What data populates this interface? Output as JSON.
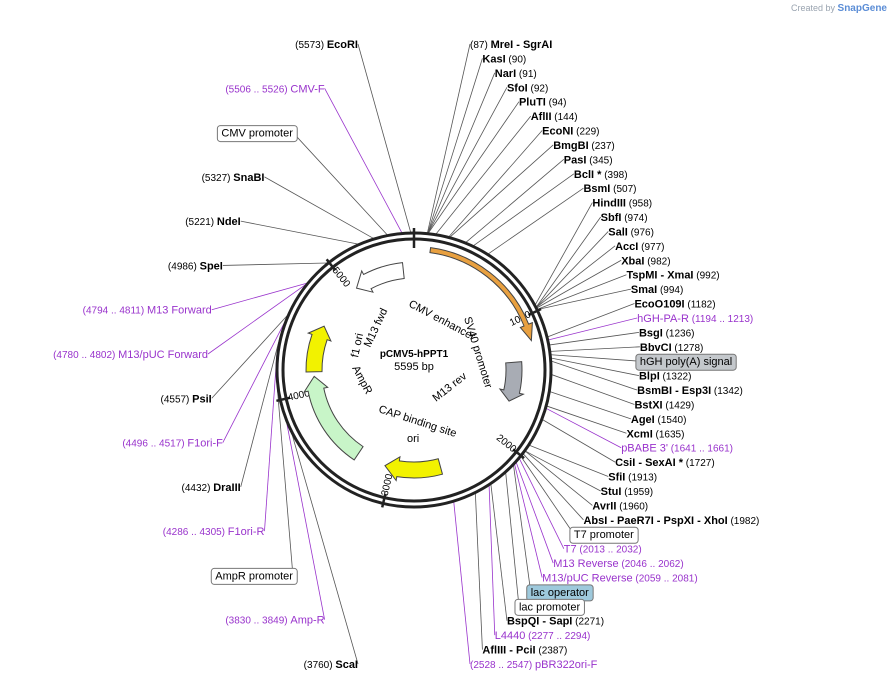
{
  "credit": {
    "prefix": "Created by",
    "brand": "SnapGene"
  },
  "plasmid": {
    "name": "pCMV5-hPPT1",
    "length": "5595 bp"
  },
  "scale": {
    "total": 5595,
    "ticks": [
      {
        "bp": 1000,
        "label": "1000"
      },
      {
        "bp": 2000,
        "label": "2000"
      },
      {
        "bp": 3000,
        "label": "3000"
      },
      {
        "bp": 4000,
        "label": "4000"
      },
      {
        "bp": 5000,
        "label": "5000"
      }
    ]
  },
  "colors": {
    "hgh": "#e8a040",
    "sv40": "#a8acb4",
    "cmv": "#ffffff",
    "f1": "#f2f200",
    "ampr": "#c8f5c8",
    "ori": "#f2f200",
    "primer": "#9933cc",
    "backbone": "#222222"
  },
  "features": [
    {
      "name": "hgh",
      "label": "",
      "start": 120,
      "end": 1180,
      "ring": "outer",
      "fill": "#e8a040"
    },
    {
      "name": "sv40",
      "label": "SV40 promoter",
      "start": 1330,
      "end": 1680,
      "ring": "inner",
      "fill": "#a8acb4"
    },
    {
      "name": "cmv-enhancer",
      "label": "CMV enhancer",
      "start": 5500,
      "end": 5050,
      "ring": "inner",
      "fill": "#ffffff"
    },
    {
      "name": "f1-ori",
      "label": "f1 ori",
      "start": 4180,
      "end": 4600,
      "ring": "inner",
      "fill": "#f2f200"
    },
    {
      "name": "ampr",
      "label": "AmpR",
      "start": 3320,
      "end": 4140,
      "ring": "inner",
      "fill": "#c8f5c8"
    },
    {
      "name": "ori",
      "label": "ori",
      "start": 2560,
      "end": 3060,
      "ring": "inner",
      "fill": "#f2f200"
    }
  ],
  "inner_labels": {
    "cmv_enhancer": "CMV enhancer",
    "m13_fwd": "M13 fwd",
    "f1_ori": "f1 ori",
    "sv40": "SV40 promoter",
    "ampr": "AmpR",
    "cap": "CAP binding site",
    "m13_rev": "M13 rev",
    "ori": "ori"
  },
  "labels": [
    {
      "kind": "enzyme",
      "pre": "(87)",
      "name": "MreI",
      "extra": " - SgrAI",
      "post": "",
      "bp": 87
    },
    {
      "kind": "enzyme",
      "pre": "(5573)",
      "name": "EcoRI",
      "extra": "",
      "post": "",
      "bp": 5573
    },
    {
      "kind": "primer",
      "pre": "(5506 .. 5526)",
      "name": "CMV-F",
      "extra": "",
      "post": "",
      "bp": 5516
    },
    {
      "kind": "feature",
      "pre": "",
      "name": "CMV promoter",
      "extra": "",
      "post": "",
      "bp": 5420
    },
    {
      "kind": "enzyme",
      "pre": "(5327)",
      "name": "SnaBI",
      "extra": "",
      "post": "",
      "bp": 5327
    },
    {
      "kind": "enzyme",
      "pre": "(5221)",
      "name": "NdeI",
      "extra": "",
      "post": "",
      "bp": 5221
    },
    {
      "kind": "enzyme",
      "pre": "(4986)",
      "name": "SpeI",
      "extra": "",
      "post": "",
      "bp": 4986
    },
    {
      "kind": "primer",
      "pre": "(4794 .. 4811)",
      "name": "M13 Forward",
      "extra": "",
      "post": "",
      "bp": 4802
    },
    {
      "kind": "primer",
      "pre": "(4780 .. 4802)",
      "name": "M13/pUC Forward",
      "extra": "",
      "post": "",
      "bp": 4791
    },
    {
      "kind": "enzyme",
      "pre": "(4557)",
      "name": "PsiI",
      "extra": "",
      "post": "",
      "bp": 4557
    },
    {
      "kind": "primer",
      "pre": "(4496 .. 4517)",
      "name": "F1ori-F",
      "extra": "",
      "post": "",
      "bp": 4506
    },
    {
      "kind": "enzyme",
      "pre": "(4432)",
      "name": "DraIII",
      "extra": "",
      "post": "",
      "bp": 4432
    },
    {
      "kind": "primer",
      "pre": "(4286 .. 4305)",
      "name": "F1ori-R",
      "extra": "",
      "post": "",
      "bp": 4295
    },
    {
      "kind": "feature",
      "pre": "",
      "name": "AmpR promoter",
      "extra": "",
      "post": "",
      "bp": 4180
    },
    {
      "kind": "primer",
      "pre": "(3830 .. 3849)",
      "name": "Amp-R",
      "extra": "",
      "post": "",
      "bp": 3840
    },
    {
      "kind": "enzyme",
      "pre": "(3760)",
      "name": "ScaI",
      "extra": "",
      "post": "",
      "bp": 3760
    },
    {
      "kind": "primer",
      "pre": "(2528 .. 2547)",
      "name": "pBR322ori-F",
      "extra": "",
      "post": "",
      "bp": 2537
    },
    {
      "kind": "enzyme",
      "pre": "",
      "name": "KasI",
      "extra": "",
      "post": "(90)",
      "bp": 90
    },
    {
      "kind": "enzyme",
      "pre": "",
      "name": "NarI",
      "extra": "",
      "post": "(91)",
      "bp": 91
    },
    {
      "kind": "enzyme",
      "pre": "",
      "name": "SfoI",
      "extra": "",
      "post": "(92)",
      "bp": 92
    },
    {
      "kind": "enzyme",
      "pre": "",
      "name": "PluTI",
      "extra": "",
      "post": "(94)",
      "bp": 94
    },
    {
      "kind": "enzyme",
      "pre": "",
      "name": "AflII",
      "extra": "",
      "post": "(144)",
      "bp": 144
    },
    {
      "kind": "enzyme",
      "pre": "",
      "name": "EcoNI",
      "extra": "",
      "post": "(229)",
      "bp": 229
    },
    {
      "kind": "enzyme",
      "pre": "",
      "name": "BmgBI",
      "extra": "",
      "post": "(237)",
      "bp": 237
    },
    {
      "kind": "enzyme",
      "pre": "",
      "name": "PasI",
      "extra": "",
      "post": "(345)",
      "bp": 345
    },
    {
      "kind": "enzyme",
      "pre": "",
      "name": "BclI",
      "extra": " *",
      "post": "(398)",
      "bp": 398
    },
    {
      "kind": "enzyme",
      "pre": "",
      "name": "BsmI",
      "extra": "",
      "post": "(507)",
      "bp": 507
    },
    {
      "kind": "enzyme",
      "pre": "",
      "name": "HindIII",
      "extra": "",
      "post": "(958)",
      "bp": 958
    },
    {
      "kind": "enzyme",
      "pre": "",
      "name": "SbfI",
      "extra": "",
      "post": "(974)",
      "bp": 974
    },
    {
      "kind": "enzyme",
      "pre": "",
      "name": "SalI",
      "extra": "",
      "post": "(976)",
      "bp": 976
    },
    {
      "kind": "enzyme",
      "pre": "",
      "name": "AccI",
      "extra": "",
      "post": "(977)",
      "bp": 977
    },
    {
      "kind": "enzyme",
      "pre": "",
      "name": "XbaI",
      "extra": "",
      "post": "(982)",
      "bp": 982
    },
    {
      "kind": "enzyme",
      "pre": "",
      "name": "TspMI",
      "extra": " - XmaI",
      "post": "(992)",
      "bp": 992
    },
    {
      "kind": "enzyme",
      "pre": "",
      "name": "SmaI",
      "extra": "",
      "post": "(994)",
      "bp": 994
    },
    {
      "kind": "enzyme",
      "pre": "",
      "name": "EcoO109I",
      "extra": "",
      "post": "(1182)",
      "bp": 1182
    },
    {
      "kind": "primer",
      "pre": "",
      "name": "hGH-PA-R",
      "extra": "",
      "post": "(1194 .. 1213)",
      "bp": 1203
    },
    {
      "kind": "enzyme",
      "pre": "",
      "name": "BsgI",
      "extra": "",
      "post": "(1236)",
      "bp": 1236
    },
    {
      "kind": "enzyme",
      "pre": "",
      "name": "BbvCI",
      "extra": "",
      "post": "(1278)",
      "bp": 1278
    },
    {
      "kind": "feature-grey",
      "pre": "",
      "name": "hGH poly(A) signal",
      "extra": "",
      "post": "",
      "bp": 1300
    },
    {
      "kind": "enzyme",
      "pre": "",
      "name": "BlpI",
      "extra": "",
      "post": "(1322)",
      "bp": 1322
    },
    {
      "kind": "enzyme",
      "pre": "",
      "name": "BsmBI",
      "extra": " - Esp3I",
      "post": "(1342)",
      "bp": 1342
    },
    {
      "kind": "enzyme",
      "pre": "",
      "name": "BstXI",
      "extra": "",
      "post": "(1429)",
      "bp": 1429
    },
    {
      "kind": "enzyme",
      "pre": "",
      "name": "AgeI",
      "extra": "",
      "post": "(1540)",
      "bp": 1540
    },
    {
      "kind": "enzyme",
      "pre": "",
      "name": "XcmI",
      "extra": "",
      "post": "(1635)",
      "bp": 1635
    },
    {
      "kind": "primer",
      "pre": "",
      "name": "pBABE 3'",
      "extra": "",
      "post": "(1641 .. 1661)",
      "bp": 1651
    },
    {
      "kind": "enzyme",
      "pre": "",
      "name": "CsiI",
      "extra": " - SexAI *",
      "post": "(1727)",
      "bp": 1727
    },
    {
      "kind": "enzyme",
      "pre": "",
      "name": "SfiI",
      "extra": "",
      "post": "(1913)",
      "bp": 1913
    },
    {
      "kind": "enzyme",
      "pre": "",
      "name": "StuI",
      "extra": "",
      "post": "(1959)",
      "bp": 1959
    },
    {
      "kind": "enzyme",
      "pre": "",
      "name": "AvrII",
      "extra": "",
      "post": "(1960)",
      "bp": 1960
    },
    {
      "kind": "enzyme",
      "pre": "",
      "name": "AbsI",
      "extra": " - PaeR7I - PspXI - XhoI",
      "post": "(1982)",
      "bp": 1982
    },
    {
      "kind": "feature",
      "pre": "",
      "name": "T7 promoter",
      "extra": "",
      "post": "",
      "bp": 2005
    },
    {
      "kind": "primer",
      "pre": "",
      "name": "T7",
      "extra": "",
      "post": "(2013 .. 2032)",
      "bp": 2022
    },
    {
      "kind": "primer",
      "pre": "",
      "name": "M13 Reverse",
      "extra": "",
      "post": "(2046 .. 2062)",
      "bp": 2054
    },
    {
      "kind": "feature-blue",
      "pre": "",
      "name": "lac operator",
      "extra": "",
      "post": "",
      "bp": 2080
    },
    {
      "kind": "primer",
      "pre": "",
      "name": "M13/pUC Reverse",
      "extra": "",
      "post": "(2059 .. 2081)",
      "bp": 2070
    },
    {
      "kind": "feature",
      "pre": "",
      "name": "lac promoter",
      "extra": "",
      "post": "",
      "bp": 2150
    },
    {
      "kind": "enzyme",
      "pre": "",
      "name": "BspQI",
      "extra": " - SapI",
      "post": "(2271)",
      "bp": 2271
    },
    {
      "kind": "primer",
      "pre": "",
      "name": "L4440",
      "extra": "",
      "post": "(2277 .. 2294)",
      "bp": 2285
    },
    {
      "kind": "enzyme",
      "pre": "",
      "name": "AflIII",
      "extra": " - PciI",
      "post": "(2387)",
      "bp": 2387
    }
  ]
}
